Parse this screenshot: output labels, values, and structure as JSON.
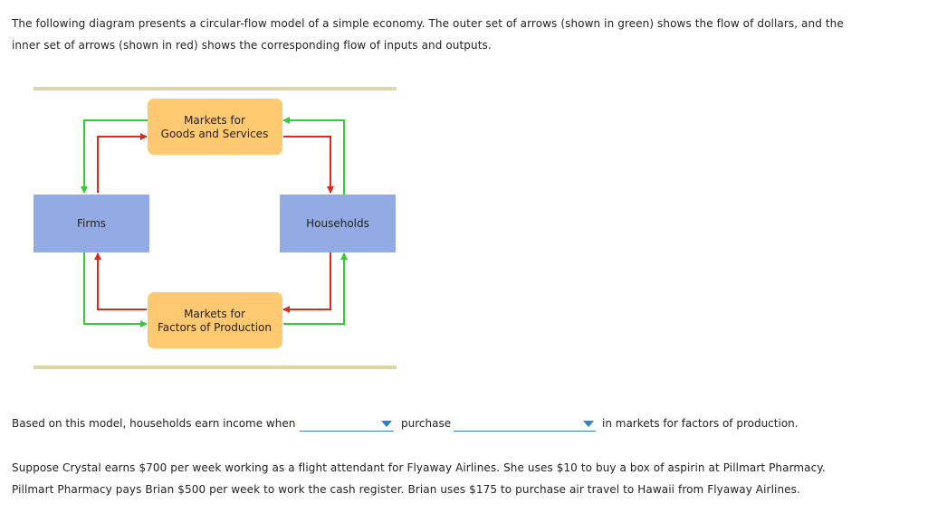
{
  "intro": {
    "line1": "The following diagram presents a circular-flow model of a simple economy. The outer set of arrows (shown in green) shows the flow of dollars, and the",
    "line2": "inner set of arrows (shown in red) shows the corresponding flow of inputs and outputs."
  },
  "diagram": {
    "goods_market": [
      "Markets for",
      "Goods and Services"
    ],
    "factors_market": [
      "Markets for",
      "Factors of Production"
    ],
    "firms": "Firms",
    "households": "Households",
    "colors": {
      "money_flow": "#33cc33",
      "goods_flow": "#dd2a1b",
      "market_box": "#ffc971",
      "agent_box": "#93abe4",
      "divider": "#ddd6a6"
    }
  },
  "question": {
    "prefix": "Based on this model, households earn income when",
    "middle": "purchase",
    "suffix": "in markets for factors of production.",
    "dropdown1_value": "",
    "dropdown2_value": ""
  },
  "story": {
    "line1": "Suppose Crystal earns $700 per week working as a flight attendant for Flyaway Airlines. She uses $10 to buy a box of aspirin at Pillmart Pharmacy.",
    "line2": "Pillmart Pharmacy pays Brian $500 per week to work the cash register. Brian uses $175 to purchase air travel to Hawaii from Flyaway Airlines."
  }
}
